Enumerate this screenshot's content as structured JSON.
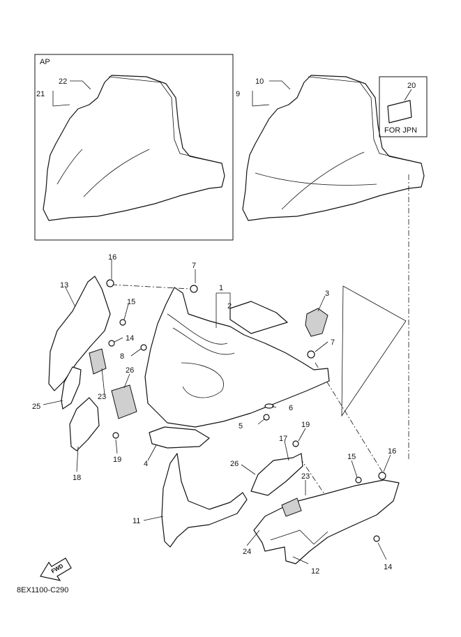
{
  "inset_ap": {
    "label": "AP"
  },
  "inset_jpn": {
    "label": "FOR JPN"
  },
  "fwd_arrow": {
    "label": "FWD"
  },
  "drawing_code": "8EX1100-C290",
  "callouts": {
    "c1": "1",
    "c2": "2",
    "c3": "3",
    "c4": "4",
    "c5": "5",
    "c6": "6",
    "c7a": "7",
    "c7b": "7",
    "c8": "8",
    "c9": "9",
    "c10": "10",
    "c11": "11",
    "c12": "12",
    "c13": "13",
    "c14a": "14",
    "c14b": "14",
    "c15a": "15",
    "c15b": "15",
    "c16a": "16",
    "c16b": "16",
    "c17": "17",
    "c18": "18",
    "c19a": "19",
    "c19b": "19",
    "c20": "20",
    "c21": "21",
    "c22": "22",
    "c23a": "23",
    "c23b": "23",
    "c24": "24",
    "c25": "25",
    "c26a": "26",
    "c26b": "26"
  }
}
